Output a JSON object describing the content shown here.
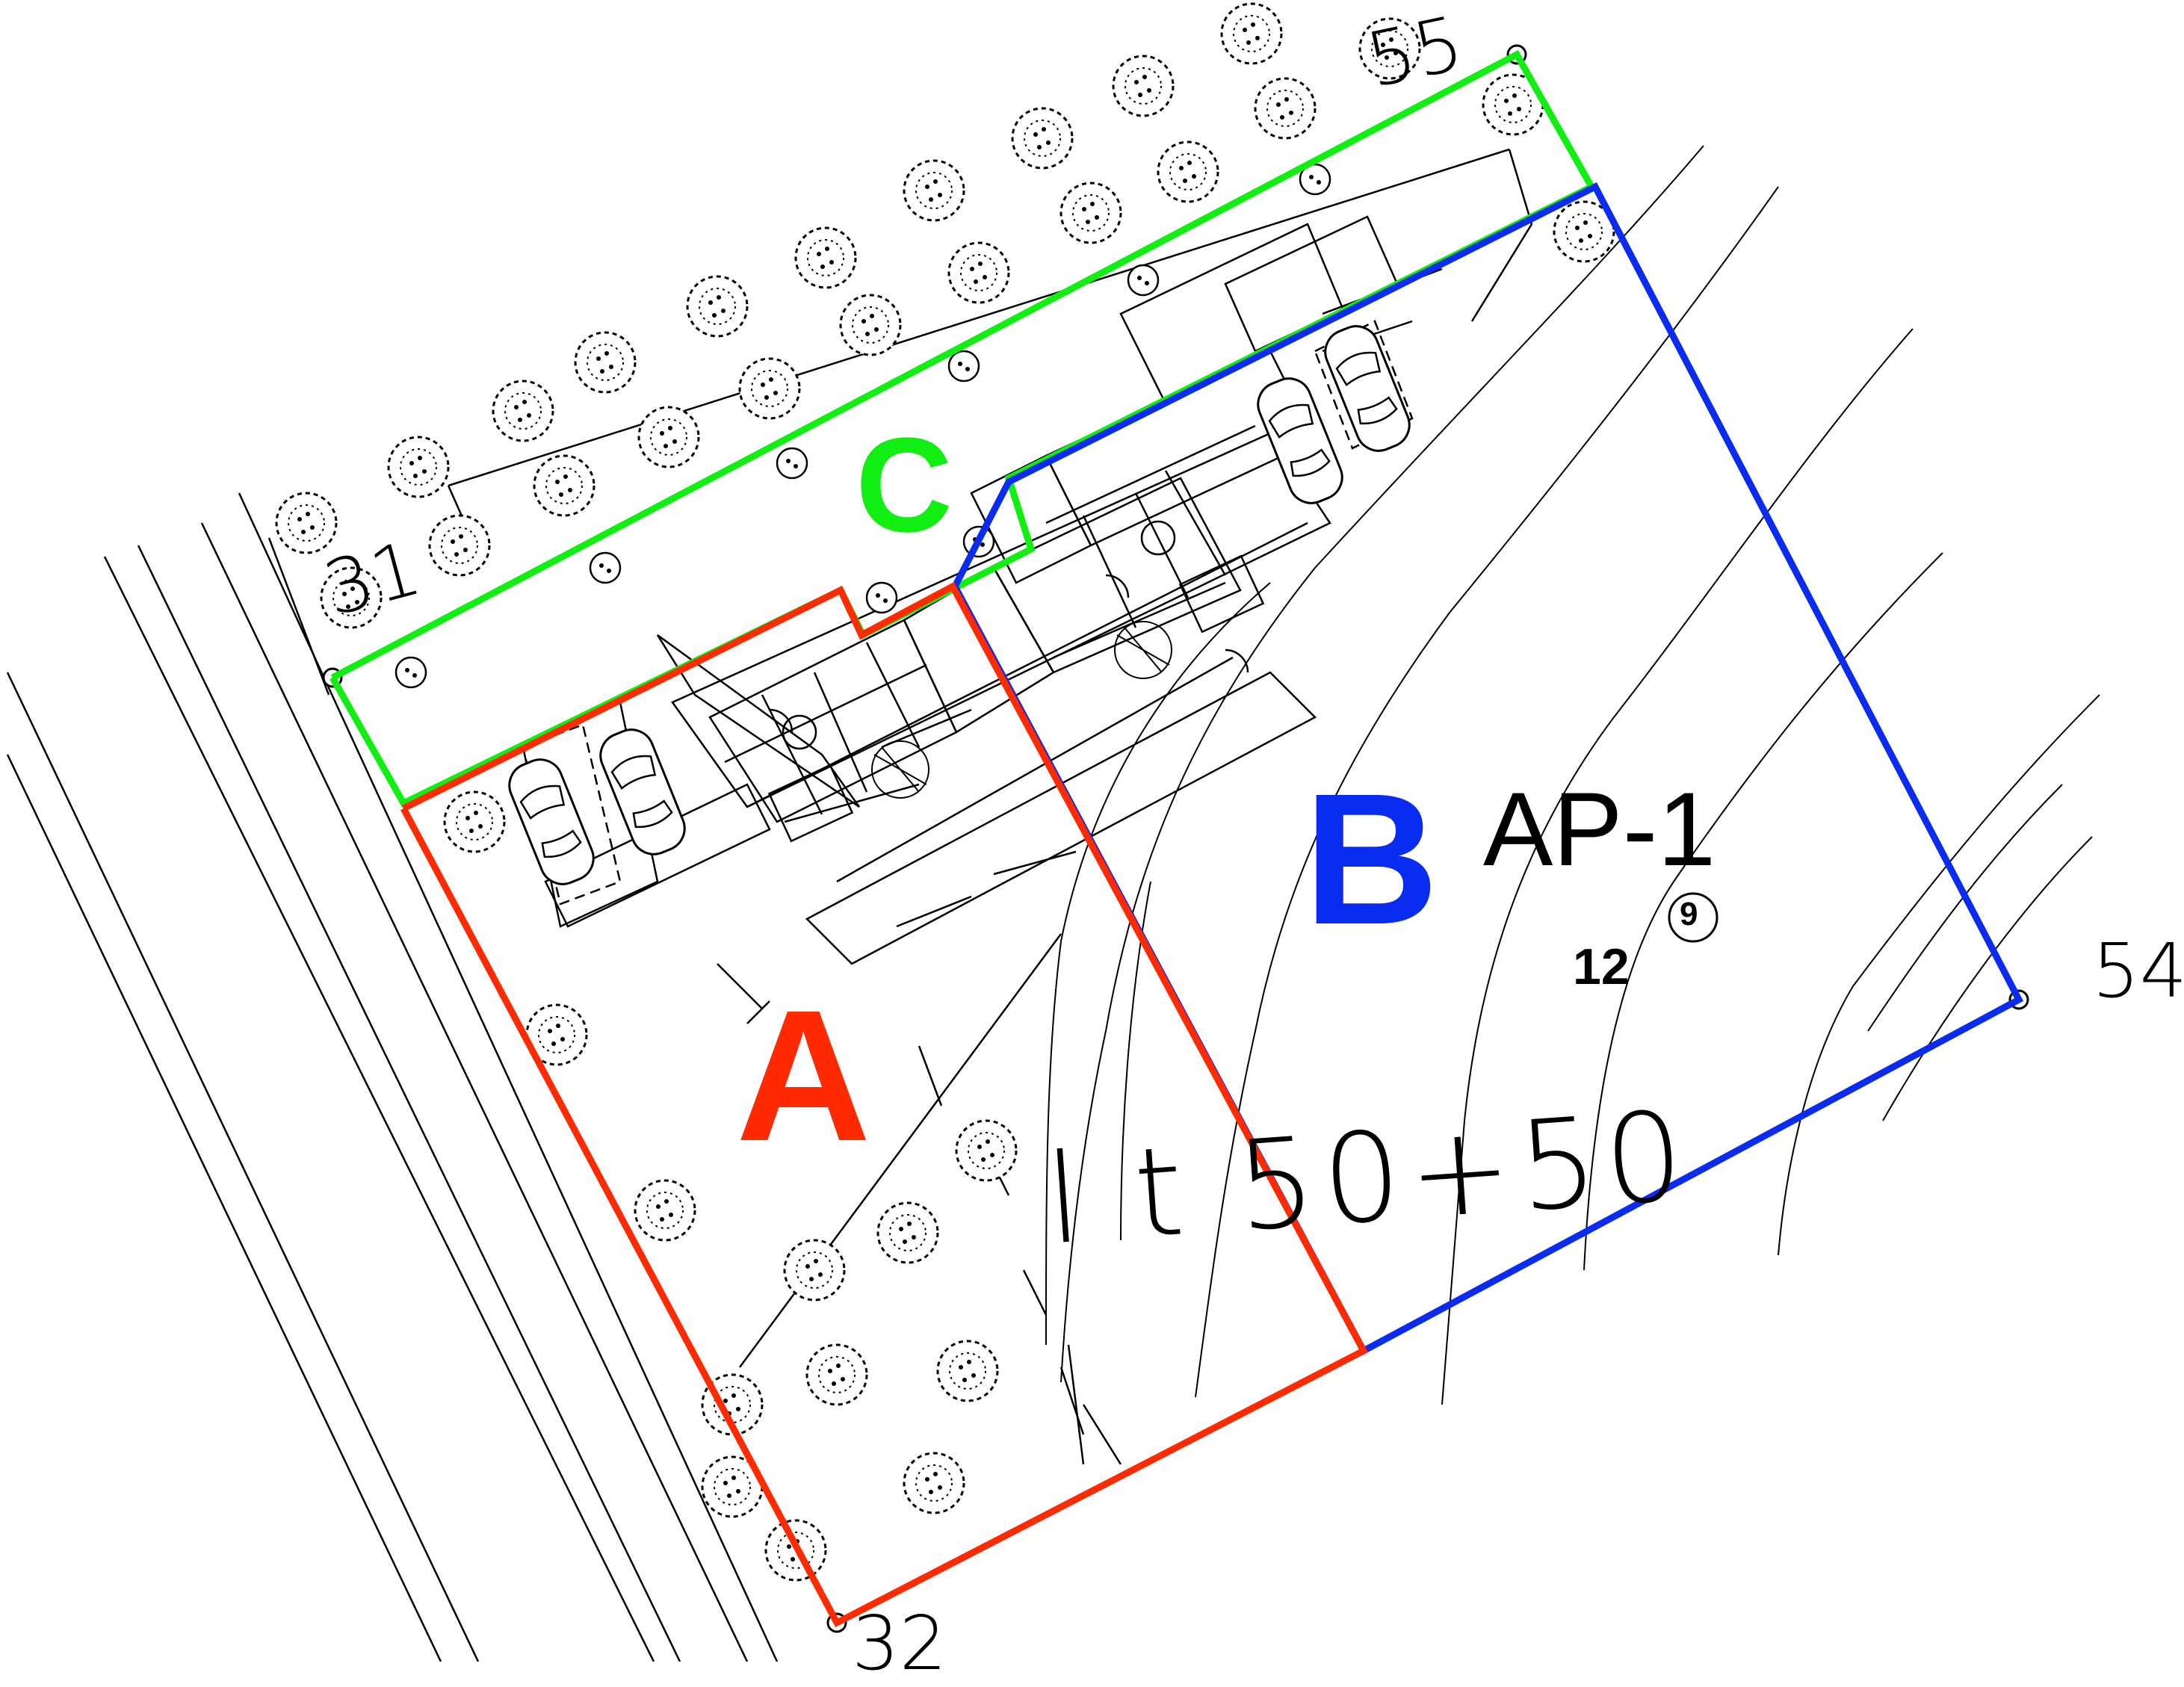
{
  "zones": {
    "a": {
      "label": "A",
      "color": "#ff2a00"
    },
    "b": {
      "label": "B",
      "color": "#0a2cf0"
    },
    "c": {
      "label": "C",
      "color": "#11ee11"
    }
  },
  "parcel_code": "AP-1",
  "markers": {
    "lot_no": "12",
    "circled_no": "9"
  },
  "annotation": "l t 50+50",
  "survey_points": [
    "31",
    "55",
    "54",
    "32"
  ],
  "line_color": "#000000"
}
